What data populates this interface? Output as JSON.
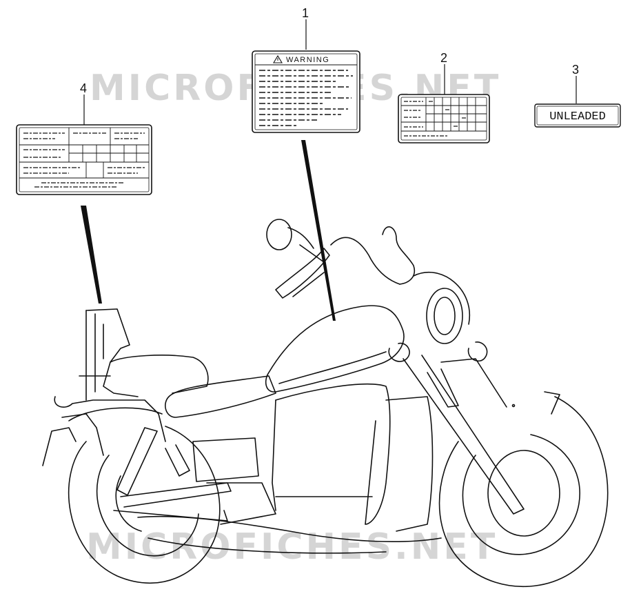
{
  "callouts": {
    "n1": "1",
    "n2": "2",
    "n3": "3",
    "n4": "4"
  },
  "labels": {
    "warning_title": "WARNING",
    "unleaded_text": "UNLEADED"
  },
  "watermark": {
    "top": "MICROFICHES.NET",
    "bottom": "MICROFICHES.NET"
  }
}
